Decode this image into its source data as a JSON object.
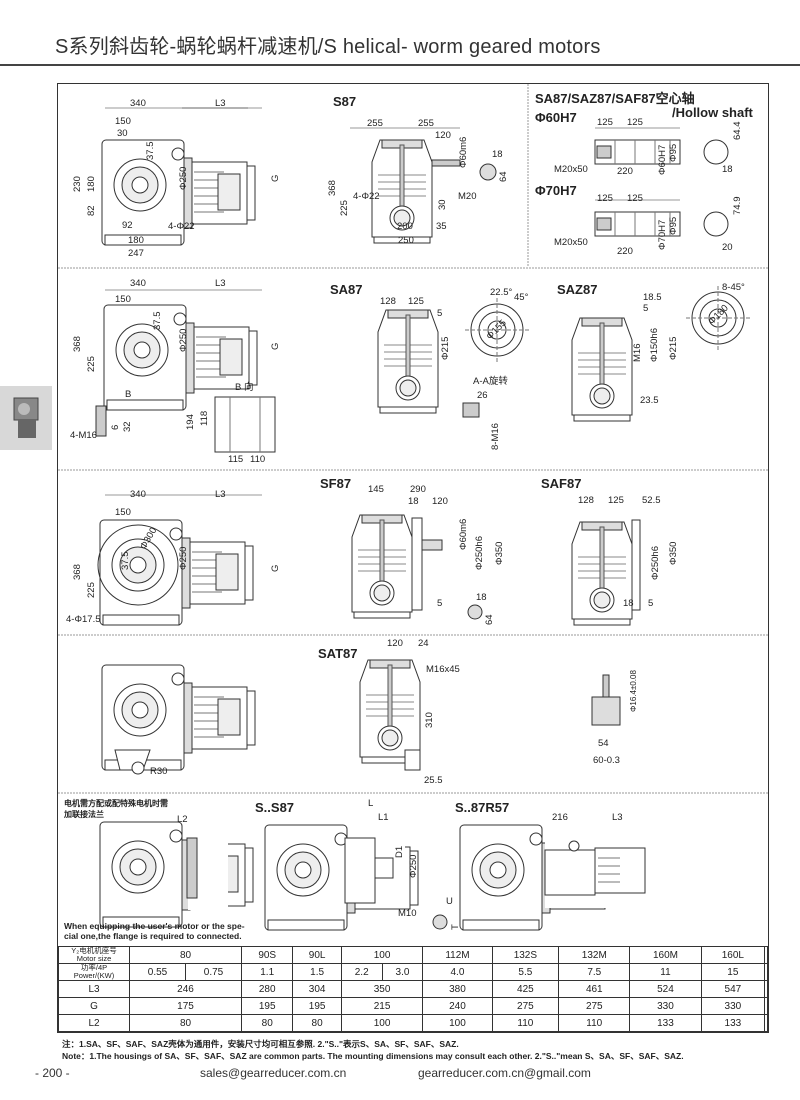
{
  "header": {
    "title": "S系列斜齿轮-蜗轮蜗杆减速机/S helical- worm geared motors"
  },
  "sections": {
    "s87": {
      "label": "S87",
      "side_dims": [
        "340",
        "L3",
        "150",
        "30",
        "37.5",
        "230",
        "180",
        "82",
        "Φ250",
        "G",
        "92",
        "180",
        "247",
        "4-Φ22"
      ],
      "front_dims": [
        "255",
        "255",
        "120",
        "Φ60m6",
        "368",
        "225",
        "4-Φ22",
        "30",
        "200",
        "35",
        "250",
        "M20",
        "18",
        "64"
      ]
    },
    "hollow": {
      "title": "SA87/SAZ87/SAF87空心轴",
      "subtitle": "/Hollow shaft",
      "h60": {
        "label": "Φ60H7",
        "dims": [
          "125",
          "125",
          "M20x50",
          "220",
          "Φ60H7",
          "Φ95",
          "64.4",
          "18"
        ]
      },
      "h70": {
        "label": "Φ70H7",
        "dims": [
          "125",
          "125",
          "M20x50",
          "220",
          "Φ70H7",
          "Φ95",
          "74.9",
          "20"
        ]
      }
    },
    "sa87": {
      "label": "SA87",
      "side_dims": [
        "340",
        "L3",
        "150",
        "37.5",
        "368",
        "225",
        "Φ250",
        "G",
        "B",
        "4-M16",
        "6",
        "32",
        "B 向",
        "194",
        "118",
        "115",
        "110"
      ],
      "front_dims": [
        "128",
        "125",
        "5",
        "Φ215",
        "22.5°",
        "45°",
        "Φ155",
        "A-A旋转",
        "26",
        "8-M16"
      ]
    },
    "saz87": {
      "label": "SAZ87",
      "dims": [
        "18.5",
        "5",
        "M16",
        "Φ150h6",
        "Φ215",
        "23.5",
        "8-45°",
        "Φ180"
      ]
    },
    "sf87": {
      "label": "SF87",
      "side_dims": [
        "340",
        "L3",
        "150",
        "Φ300",
        "37.5",
        "368",
        "225",
        "Φ250",
        "G",
        "4-Φ17.5"
      ],
      "front_dims": [
        "145",
        "290",
        "18",
        "120",
        "Φ60m6",
        "Φ250h6",
        "Φ350",
        "5",
        "18",
        "64"
      ]
    },
    "saf87": {
      "label": "SAF87",
      "dims": [
        "128",
        "125",
        "52.5",
        "Φ250h6",
        "Φ350",
        "18",
        "5"
      ]
    },
    "sat87": {
      "label": "SAT87",
      "side_dims": [
        "R30"
      ],
      "front_dims": [
        "120",
        "24",
        "M16x45",
        "310",
        "25.5"
      ],
      "arm_dims": [
        "Φ16.4±0.08",
        "54",
        "60-0.3"
      ]
    },
    "adapter": {
      "note_cn": [
        "电机需方配或配特殊电机时需",
        "加联接法兰"
      ],
      "l2": "L2",
      "note_en": [
        "When equipping the user's motor or the spe-",
        "cial one,the flange is required to connected."
      ]
    },
    "ss87": {
      "label": "S..S87",
      "dims": [
        "L",
        "L1",
        "D1",
        "Φ250",
        "M10",
        "U",
        "T"
      ]
    },
    "s87r57": {
      "label": "S..87R57",
      "dims": [
        "216",
        "L3"
      ]
    }
  },
  "table": {
    "rows": [
      {
        "header": [
          "Y₂电机机座号",
          "Motor size"
        ],
        "cells": [
          {
            "v": "80",
            "span": 2
          },
          {
            "v": "90S"
          },
          {
            "v": "90L"
          },
          {
            "v": "100",
            "span": 2
          },
          {
            "v": "112M"
          },
          {
            "v": "132S"
          },
          {
            "v": "132M"
          },
          {
            "v": "160M"
          },
          {
            "v": "160L"
          },
          {
            "v": ""
          }
        ]
      },
      {
        "header": [
          "功率/4P",
          "Power/(KW)"
        ],
        "cells": [
          {
            "v": "0.55"
          },
          {
            "v": "0.75"
          },
          {
            "v": "1.1"
          },
          {
            "v": "1.5"
          },
          {
            "v": "2.2"
          },
          {
            "v": "3.0"
          },
          {
            "v": "4.0"
          },
          {
            "v": "5.5"
          },
          {
            "v": "7.5"
          },
          {
            "v": "11"
          },
          {
            "v": "15"
          },
          {
            "v": ""
          }
        ]
      },
      {
        "header": [
          "L3"
        ],
        "cells": [
          {
            "v": "246",
            "span": 2
          },
          {
            "v": "280"
          },
          {
            "v": "304"
          },
          {
            "v": "350",
            "span": 2
          },
          {
            "v": "380"
          },
          {
            "v": "425"
          },
          {
            "v": "461"
          },
          {
            "v": "524"
          },
          {
            "v": "547"
          },
          {
            "v": ""
          }
        ]
      },
      {
        "header": [
          "G"
        ],
        "cells": [
          {
            "v": "175",
            "span": 2
          },
          {
            "v": "195"
          },
          {
            "v": "195"
          },
          {
            "v": "215",
            "span": 2
          },
          {
            "v": "240"
          },
          {
            "v": "275"
          },
          {
            "v": "275"
          },
          {
            "v": "330"
          },
          {
            "v": "330"
          },
          {
            "v": ""
          }
        ]
      },
      {
        "header": [
          "L2"
        ],
        "cells": [
          {
            "v": "80",
            "span": 2
          },
          {
            "v": "80"
          },
          {
            "v": "80"
          },
          {
            "v": "100",
            "span": 2
          },
          {
            "v": "100"
          },
          {
            "v": "110"
          },
          {
            "v": "110"
          },
          {
            "v": "133"
          },
          {
            "v": "133"
          },
          {
            "v": ""
          }
        ]
      }
    ]
  },
  "notes": {
    "cn": "注：1.SA、SF、SAF、SAZ壳体为通用件，安装尺寸均可相互参照.  2.\"S..\"表示S、SA、SF、SAF、SAZ.",
    "en": "Note：1.The housings of SA、SF、SAF、SAZ are common parts. The mounting dimensions may consult each other.    2.\"S..\"mean S、SA、SF、SAF、SAZ."
  },
  "footer": {
    "page": "- 200 -",
    "email1": "sales@gearreducer.com.cn",
    "email2": "gearreducer.com.cn@gmail.com"
  }
}
